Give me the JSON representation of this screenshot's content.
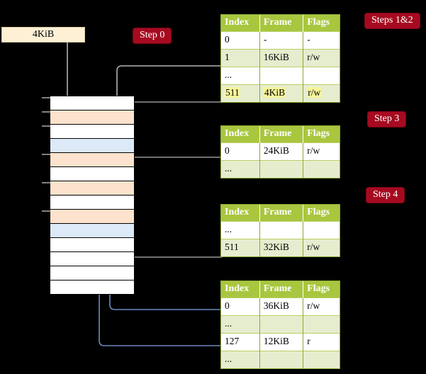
{
  "diagram": {
    "title": "page-table-walk",
    "source_box": {
      "label": "4KiB"
    },
    "badges": {
      "step0": "Step 0",
      "steps12": "Steps 1&2",
      "step3": "Step 3",
      "step4": "Step 4"
    },
    "colors": {
      "badge_bg": "#a60a20",
      "table_header_bg": "#a9c63f",
      "table_alt_row_bg": "#e6edcf",
      "highlight_bg": "#f7f59a",
      "memory_orange": "#fde3cd",
      "memory_blue": "#dce9f7",
      "source_box_bg": "#fdf0d5",
      "gray_wire": "#b3b3b3",
      "blue_wire": "#6a8bbd",
      "background": "#000000"
    },
    "columns": [
      "Index",
      "Frame",
      "Flags"
    ],
    "tables": [
      {
        "name": "level-4-table",
        "step": "Steps 1&2",
        "rows": [
          {
            "index": "0",
            "frame": "-",
            "flags": "-",
            "alt": false,
            "highlight": false
          },
          {
            "index": "1",
            "frame": "16KiB",
            "flags": "r/w",
            "alt": true,
            "highlight": false
          },
          {
            "index": "...",
            "frame": "",
            "flags": "",
            "alt": false,
            "highlight": false
          },
          {
            "index": "511",
            "frame": "4KiB",
            "flags": "r/w",
            "alt": true,
            "highlight": true
          }
        ]
      },
      {
        "name": "level-3-table",
        "step": "Step 3",
        "rows": [
          {
            "index": "0",
            "frame": "24KiB",
            "flags": "r/w",
            "alt": false,
            "highlight": false
          },
          {
            "index": "...",
            "frame": "",
            "flags": "",
            "alt": true,
            "highlight": false
          }
        ]
      },
      {
        "name": "level-2-table",
        "step": "Step 4",
        "rows": [
          {
            "index": "...",
            "frame": "",
            "flags": "",
            "alt": false,
            "highlight": false
          },
          {
            "index": "511",
            "frame": "32KiB",
            "flags": "r/w",
            "alt": true,
            "highlight": false
          }
        ]
      },
      {
        "name": "level-1-table",
        "step": "",
        "rows": [
          {
            "index": "0",
            "frame": "36KiB",
            "flags": "r/w",
            "alt": false,
            "highlight": false
          },
          {
            "index": "...",
            "frame": "",
            "flags": "",
            "alt": true,
            "highlight": false
          },
          {
            "index": "127",
            "frame": "12KiB",
            "flags": "r",
            "alt": false,
            "highlight": false
          },
          {
            "index": "...",
            "frame": "",
            "flags": "",
            "alt": true,
            "highlight": false
          }
        ]
      }
    ],
    "memory_column": {
      "name": "physical-memory",
      "row_count": 14,
      "rows": [
        {
          "fill": "white"
        },
        {
          "fill": "orange"
        },
        {
          "fill": "white"
        },
        {
          "fill": "blue"
        },
        {
          "fill": "orange"
        },
        {
          "fill": "white"
        },
        {
          "fill": "orange"
        },
        {
          "fill": "white"
        },
        {
          "fill": "orange"
        },
        {
          "fill": "blue"
        },
        {
          "fill": "white"
        },
        {
          "fill": "white"
        },
        {
          "fill": "white"
        },
        {
          "fill": "white"
        }
      ]
    }
  }
}
